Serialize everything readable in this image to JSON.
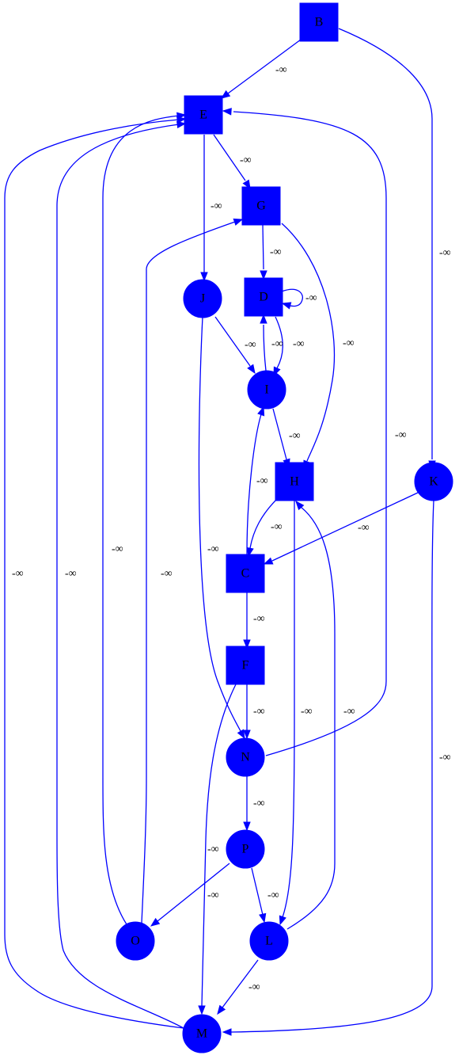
{
  "colors": {
    "node_fill": "#0000ff",
    "edge": "#0000ff",
    "text": "#000000",
    "background": "#ffffff"
  },
  "nodes": [
    {
      "id": "B",
      "label": "B",
      "shape": "square"
    },
    {
      "id": "E",
      "label": "E",
      "shape": "square"
    },
    {
      "id": "G",
      "label": "G",
      "shape": "square"
    },
    {
      "id": "D",
      "label": "D",
      "shape": "square"
    },
    {
      "id": "J",
      "label": "J",
      "shape": "circle"
    },
    {
      "id": "I",
      "label": "I",
      "shape": "circle"
    },
    {
      "id": "H",
      "label": "H",
      "shape": "square"
    },
    {
      "id": "K",
      "label": "K",
      "shape": "circle"
    },
    {
      "id": "C",
      "label": "C",
      "shape": "square"
    },
    {
      "id": "F",
      "label": "F",
      "shape": "square"
    },
    {
      "id": "N",
      "label": "N",
      "shape": "circle"
    },
    {
      "id": "P",
      "label": "P",
      "shape": "circle"
    },
    {
      "id": "O",
      "label": "O",
      "shape": "circle"
    },
    {
      "id": "L",
      "label": "L",
      "shape": "circle"
    },
    {
      "id": "M",
      "label": "M",
      "shape": "circle"
    }
  ],
  "edges": [
    {
      "id": "B-E",
      "from": "B",
      "to": "E",
      "label": "-∞"
    },
    {
      "id": "B-K",
      "from": "B",
      "to": "K",
      "label": "-∞"
    },
    {
      "id": "E-G",
      "from": "E",
      "to": "G",
      "label": "-∞"
    },
    {
      "id": "E-J",
      "from": "E",
      "to": "J",
      "label": "-∞"
    },
    {
      "id": "G-D",
      "from": "G",
      "to": "D",
      "label": "-∞"
    },
    {
      "id": "G-H",
      "from": "G",
      "to": "H",
      "label": "-∞"
    },
    {
      "id": "D-D",
      "from": "D",
      "to": "D",
      "label": "-∞"
    },
    {
      "id": "D-I",
      "from": "D",
      "to": "I",
      "label": "-∞"
    },
    {
      "id": "I-D",
      "from": "I",
      "to": "D",
      "label": "-∞"
    },
    {
      "id": "J-I",
      "from": "J",
      "to": "I",
      "label": "-∞"
    },
    {
      "id": "J-N",
      "from": "J",
      "to": "N",
      "label": "-∞"
    },
    {
      "id": "I-H",
      "from": "I",
      "to": "H",
      "label": "-∞"
    },
    {
      "id": "C-I",
      "from": "C",
      "to": "I",
      "label": "-∞"
    },
    {
      "id": "H-C",
      "from": "H",
      "to": "C",
      "label": "-∞"
    },
    {
      "id": "H-L",
      "from": "H",
      "to": "L",
      "label": "-∞"
    },
    {
      "id": "K-C",
      "from": "K",
      "to": "C",
      "label": "-∞"
    },
    {
      "id": "K-M",
      "from": "K",
      "to": "M",
      "label": "-∞"
    },
    {
      "id": "C-F",
      "from": "C",
      "to": "F",
      "label": "-∞"
    },
    {
      "id": "F-N",
      "from": "F",
      "to": "N",
      "label": "-∞"
    },
    {
      "id": "F-M",
      "from": "F",
      "to": "M",
      "label": "-∞"
    },
    {
      "id": "N-E",
      "from": "N",
      "to": "E",
      "label": "-∞"
    },
    {
      "id": "N-P",
      "from": "N",
      "to": "P",
      "label": "-∞"
    },
    {
      "id": "P-O",
      "from": "P",
      "to": "O",
      "label": "-∞"
    },
    {
      "id": "P-L",
      "from": "P",
      "to": "L",
      "label": "-∞"
    },
    {
      "id": "O-E",
      "from": "O",
      "to": "E",
      "label": "-∞"
    },
    {
      "id": "O-G",
      "from": "O",
      "to": "G",
      "label": "-∞"
    },
    {
      "id": "L-H",
      "from": "L",
      "to": "H",
      "label": "-∞"
    },
    {
      "id": "L-M",
      "from": "L",
      "to": "M",
      "label": "-∞"
    },
    {
      "id": "M-E-outer",
      "from": "M",
      "to": "E",
      "label": "-∞"
    },
    {
      "id": "M-E-inner",
      "from": "M",
      "to": "E",
      "label": "-∞"
    }
  ]
}
